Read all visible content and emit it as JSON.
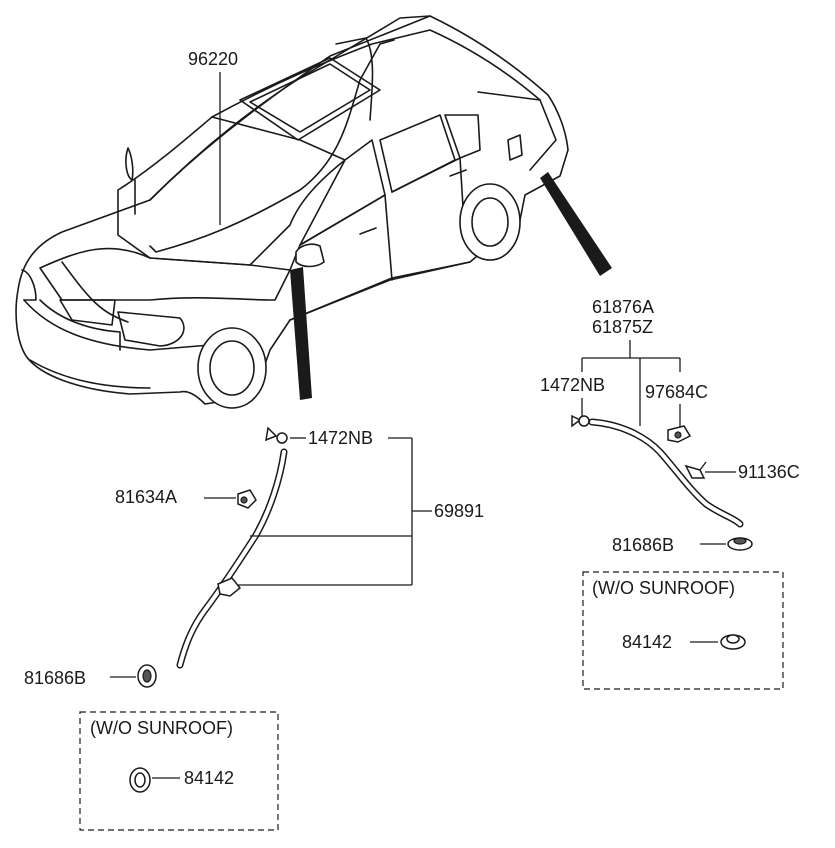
{
  "labels": {
    "antenna": "96220",
    "hose_assy_1": "61876A",
    "hose_assy_2": "61875Z",
    "clip_left": "1472NB",
    "clip_right": "1472NB",
    "clip_97684c": "97684C",
    "clip_91136c": "91136C",
    "grommet_left": "81686B",
    "grommet_right": "81686B",
    "clip_81634a": "81634A",
    "hose_69891": "69891",
    "plug_left": "84142",
    "plug_right": "84142"
  },
  "notes": {
    "wo_sunroof_left": "(W/O SUNROOF)",
    "wo_sunroof_right": "(W/O SUNROOF)"
  }
}
